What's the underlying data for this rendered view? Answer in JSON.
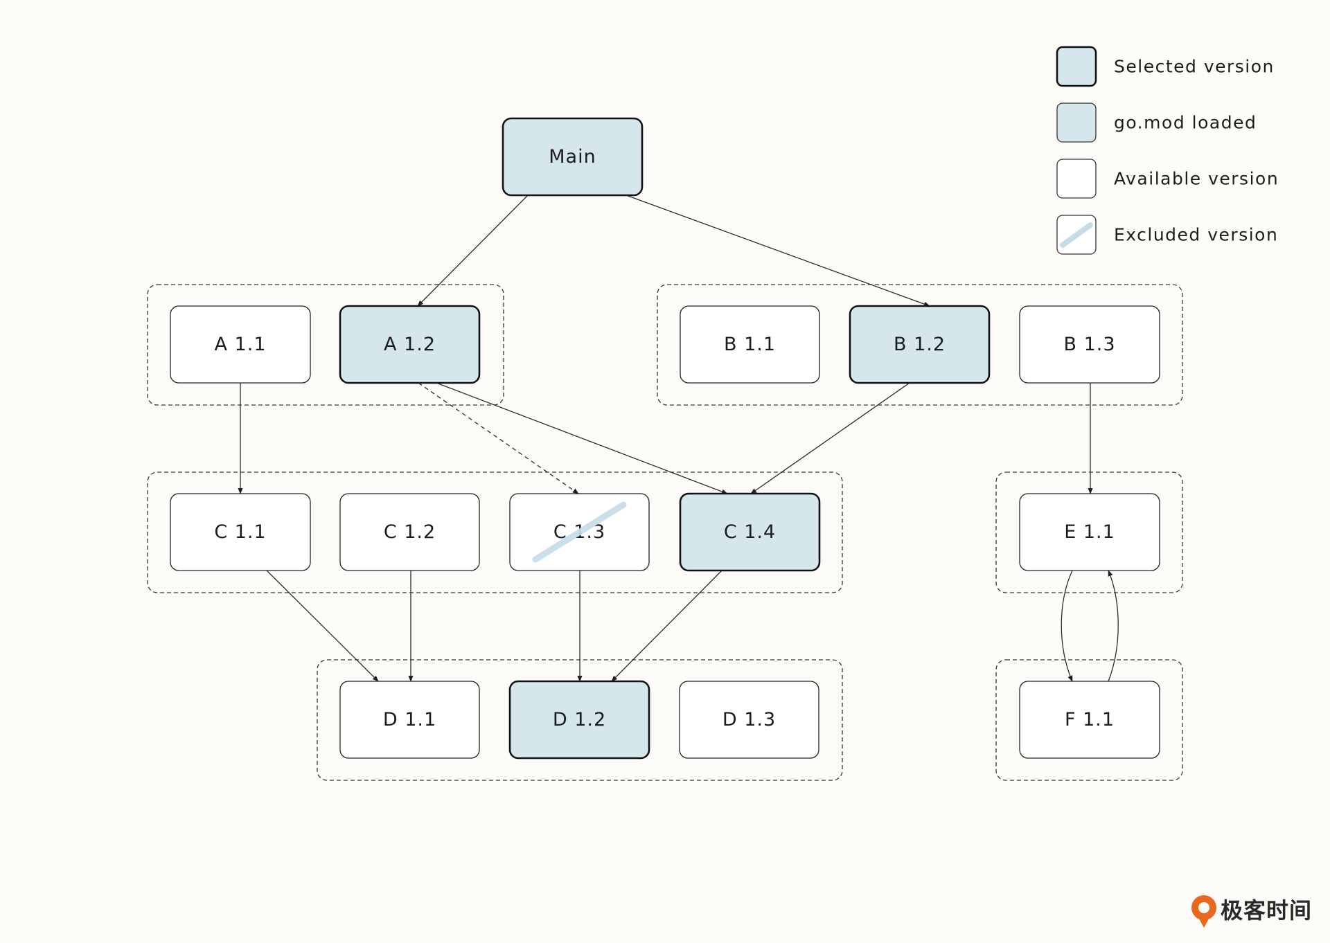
{
  "colors": {
    "background": "#fcfbf8",
    "selected_fill": "#d5e6ed",
    "default_fill": "#ffffff",
    "stroke": "#111111",
    "excluded_mark": "#c6dde8",
    "brand_accent": "#e8681f"
  },
  "nodes": {
    "main": "Main",
    "a11": "A 1.1",
    "a12": "A 1.2",
    "b11": "B 1.1",
    "b12": "B 1.2",
    "b13": "B 1.3",
    "c11": "C 1.1",
    "c12": "C 1.2",
    "c13": "C 1.3",
    "c14": "C 1.4",
    "e11": "E 1.1",
    "d11": "D 1.1",
    "d12": "D 1.2",
    "d13": "D 1.3",
    "f11": "F 1.1"
  },
  "legend": {
    "selected": "Selected version",
    "loaded": "go.mod loaded",
    "available": "Available version",
    "excluded": "Excluded version"
  },
  "brand": {
    "name": "极客时间",
    "icon": "geektime-logo-icon"
  }
}
